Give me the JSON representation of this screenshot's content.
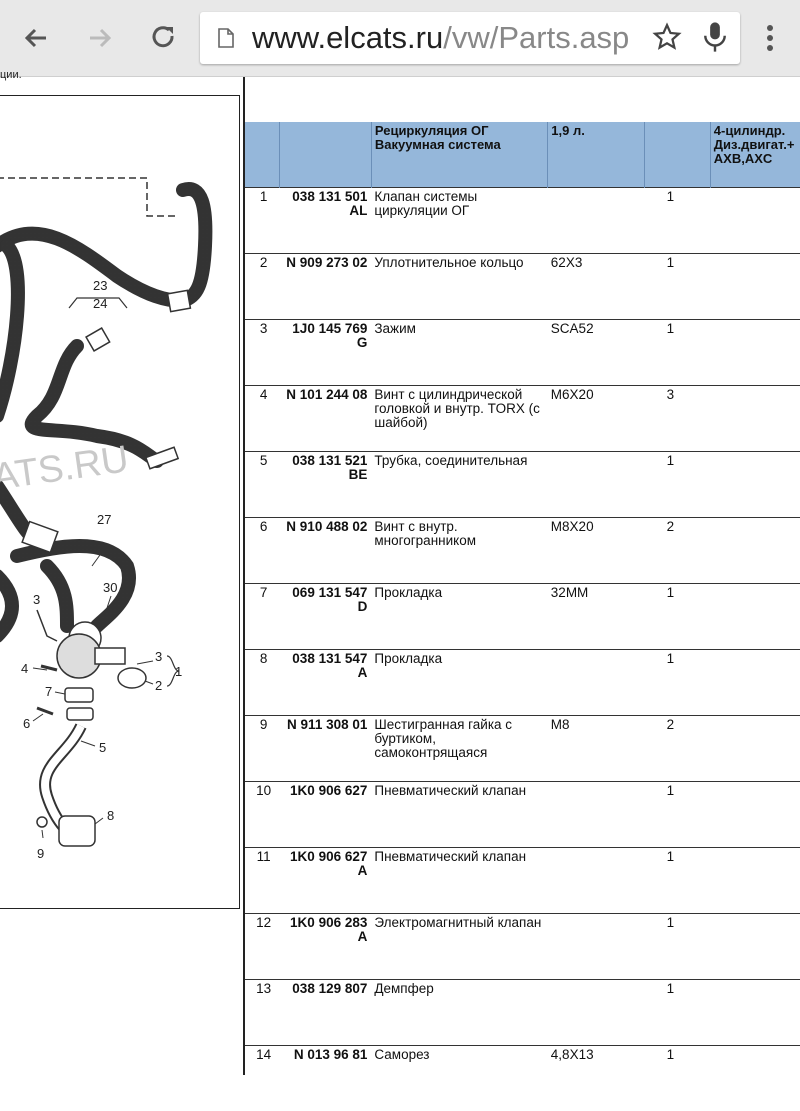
{
  "browser": {
    "url_host": "www.elcats.ru",
    "url_path": "/vw/Parts.asp"
  },
  "diagram": {
    "watermark": "ATS.RU",
    "top_clip": "ции."
  },
  "table": {
    "header": {
      "name": "Рециркуляция ОГ Вакуумная система",
      "spec": "1,9 л.",
      "note": "4-цилиндр. Диз.двигат.+ AXB,AXC"
    },
    "rows": [
      {
        "num": "1",
        "pn": "038 131 501 AL",
        "name": "Клапан системы циркуляции ОГ",
        "spec": "",
        "qty": "1"
      },
      {
        "num": "2",
        "pn": "N 909 273 02",
        "name": "Уплотнительное кольцо",
        "spec": "62X3",
        "qty": "1"
      },
      {
        "num": "3",
        "pn": "1J0 145 769 G",
        "name": "Зажим",
        "spec": "SCA52",
        "qty": "1"
      },
      {
        "num": "4",
        "pn": "N 101 244 08",
        "name": "Винт с цилиндрической головкой и внутр. TORX (с шайбой)",
        "spec": "M6X20",
        "qty": "3"
      },
      {
        "num": "5",
        "pn": "038 131 521 BE",
        "name": "Трубка, соединительная",
        "spec": "",
        "qty": "1"
      },
      {
        "num": "6",
        "pn": "N 910 488 02",
        "name": "Винт с внутр. многогранником",
        "spec": "M8X20",
        "qty": "2"
      },
      {
        "num": "7",
        "pn": "069 131 547 D",
        "name": "Прокладка",
        "spec": "32MM",
        "qty": "1"
      },
      {
        "num": "8",
        "pn": "038 131 547 A",
        "name": "Прокладка",
        "spec": "",
        "qty": "1"
      },
      {
        "num": "9",
        "pn": "N 911 308 01",
        "name": "Шестигранная гайка с буртиком, самоконтрящаяся",
        "spec": "M8",
        "qty": "2"
      },
      {
        "num": "10",
        "pn": "1K0 906 627",
        "name": "Пневматический клапан",
        "spec": "",
        "qty": "1"
      },
      {
        "num": "11",
        "pn": "1K0 906 627 A",
        "name": "Пневматический клапан",
        "spec": "",
        "qty": "1"
      },
      {
        "num": "12",
        "pn": "1K0 906 283 A",
        "name": "Электромагнитный клапан",
        "spec": "",
        "qty": "1"
      },
      {
        "num": "13",
        "pn": "038 129 807",
        "name": "Демпфер",
        "spec": "",
        "qty": "1"
      },
      {
        "num": "14",
        "pn": "N 013 96 81",
        "name": "Саморез",
        "spec": "4,8X13",
        "qty": "1"
      }
    ]
  },
  "callouts": [
    "23",
    "24",
    "27",
    "30",
    "3",
    "4",
    "7",
    "6",
    "5",
    "8",
    "9",
    "3",
    "1",
    "2"
  ]
}
